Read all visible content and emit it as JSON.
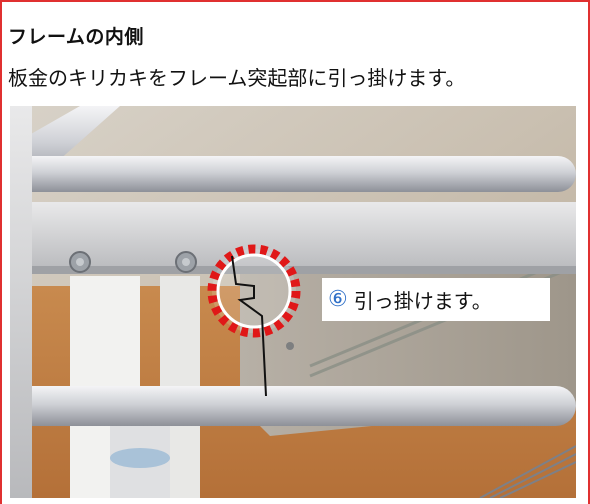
{
  "section": {
    "heading": "フレームの内側",
    "description": "板金のキリカキをフレーム突起部に引っ掛けます。"
  },
  "callout": {
    "number": "⑥",
    "text": "引っ掛けます。"
  },
  "colors": {
    "border": "#e03030",
    "highlight_ring": "#e01818",
    "step_number": "#3070c8"
  },
  "photo": {
    "subject": "frame interior photo"
  }
}
